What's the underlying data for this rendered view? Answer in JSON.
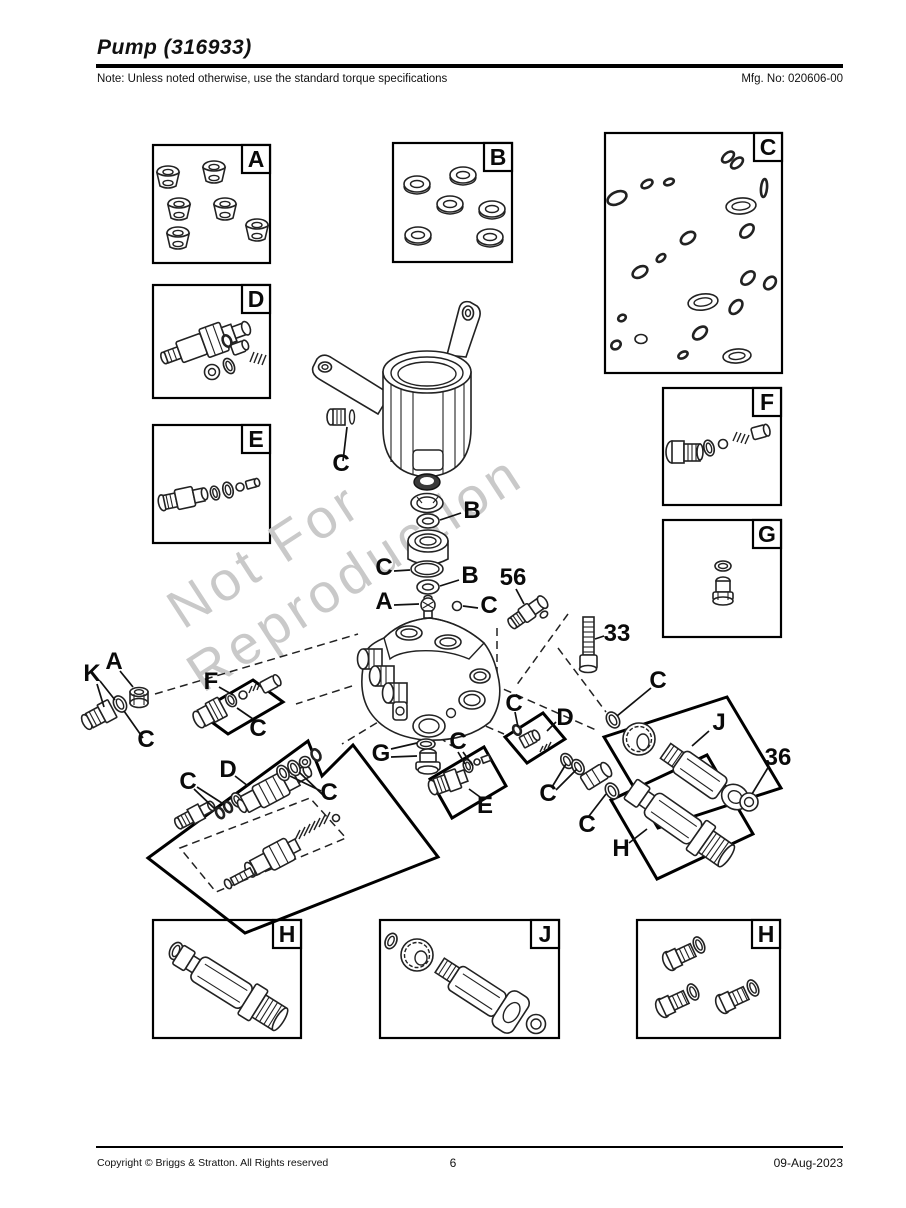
{
  "header": {
    "title": "Pump (316933)",
    "note": "Note: Unless noted otherwise, use the standard torque specifications",
    "mfg_no": "Mfg. No: 020606-00"
  },
  "footer": {
    "copyright": "Copyright ©  Briggs & Stratton. All Rights reserved",
    "page_number": "6",
    "date": "09-Aug-2023"
  },
  "watermark": {
    "line1": "Not For",
    "line2": "Reproduction"
  },
  "part_boxes": [
    "A",
    "B",
    "C",
    "D",
    "E",
    "F",
    "G",
    "H",
    "J",
    "H"
  ],
  "callouts": [
    "C",
    "B",
    "C",
    "B",
    "A",
    "C",
    "56",
    "33",
    "K",
    "A",
    "C",
    "F",
    "C",
    "D",
    "C",
    "C",
    "C",
    "G",
    "C",
    "E",
    "C",
    "D",
    "C",
    "J",
    "36",
    "C",
    "H"
  ]
}
